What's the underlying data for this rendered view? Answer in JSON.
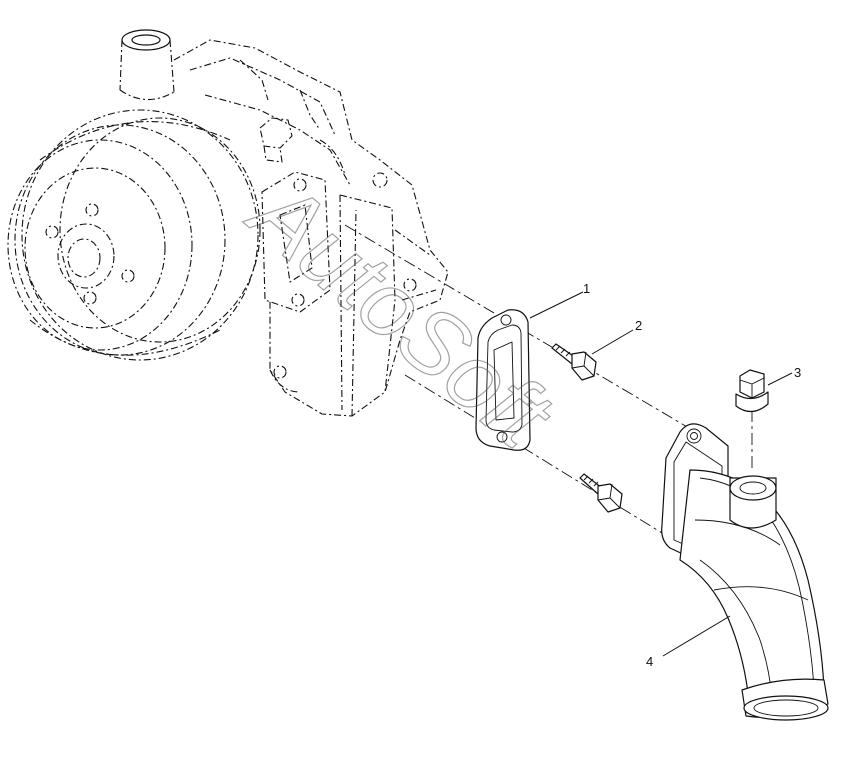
{
  "callouts": [
    {
      "id": "1",
      "part": "gasket"
    },
    {
      "id": "2",
      "part": "flange-bolt-upper"
    },
    {
      "id": "3",
      "part": "plug"
    },
    {
      "id": "4",
      "part": "water-inlet-elbow"
    }
  ],
  "watermark": "AutoSoft"
}
